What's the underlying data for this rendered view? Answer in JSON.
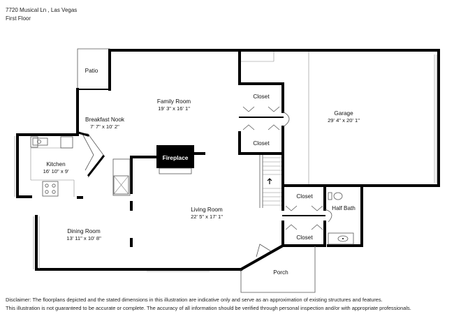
{
  "header": {
    "address": "7720 Musical Ln , Las Vegas",
    "floor": "First Floor"
  },
  "rooms": {
    "patio": {
      "name": "Patio"
    },
    "family_room": {
      "name": "Family Room",
      "dims": "19' 3\" x 16' 1\""
    },
    "breakfast_nook": {
      "name": "Breakfast Nook",
      "dims": "7' 7\" x 10' 2\""
    },
    "kitchen": {
      "name": "Kitchen",
      "dims": "16' 10\" x 9'"
    },
    "fireplace": {
      "name": "Fireplace"
    },
    "closet_upper_1": {
      "name": "Closet"
    },
    "closet_upper_2": {
      "name": "Closet"
    },
    "garage": {
      "name": "Garage",
      "dims": "29' 4\" x 20' 1\""
    },
    "living_room": {
      "name": "Living Room",
      "dims": "22' 5\" x 17' 1\""
    },
    "closet_lower_1": {
      "name": "Closet"
    },
    "closet_lower_2": {
      "name": "Closet"
    },
    "half_bath": {
      "name": "Half Bath"
    },
    "dining_room": {
      "name": "Dining Room",
      "dims": "13' 11\" x 10' 8\""
    },
    "porch": {
      "name": "Porch"
    }
  },
  "disclaimer": {
    "line1": "Disclaimer: The floorplans depicted and the stated dimensions in this illustration are indicative only and serve as an approximation of existing structures and features.",
    "line2": "This illustration is not guaranteed to be accurate or complete. The accuracy of all information should be verified through personal inspection and/or with appropriate professionals."
  }
}
